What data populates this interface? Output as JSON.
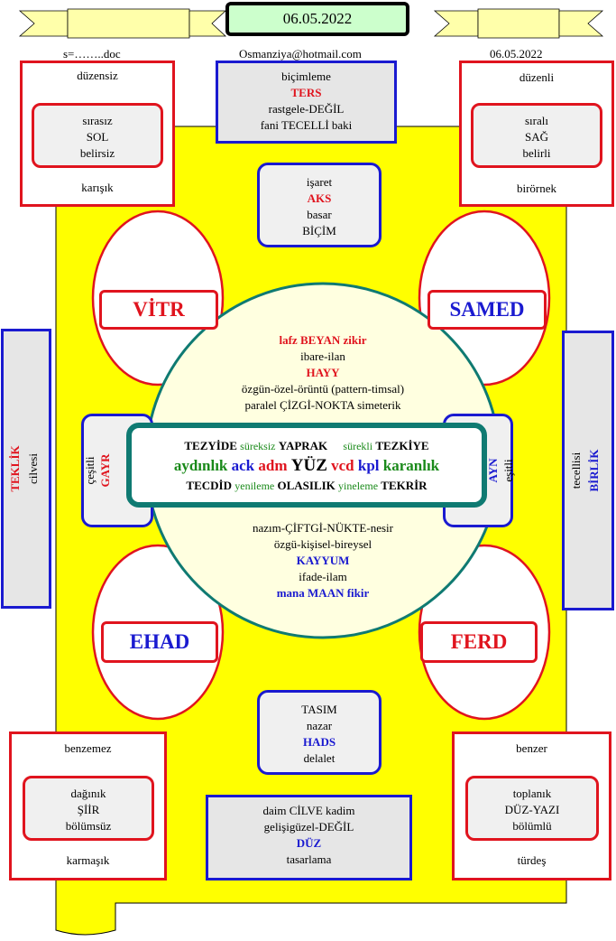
{
  "header": {
    "date_box": "06.05.2022",
    "left_note": "s=……..doc",
    "email": "Osmanziya@hotmail.com",
    "right_date": "06.05.2022"
  },
  "top_center": {
    "l1": "biçimleme",
    "l2": "TERS",
    "l3": "rastgele-DEĞİL",
    "l4": "fani TECELLİ baki"
  },
  "top_left": {
    "top": "düzensiz",
    "i1": "sırasız",
    "i2": "SOL",
    "i3": "belirsiz",
    "bottom": "karışık"
  },
  "top_right": {
    "top": "düzenli",
    "i1": "sıralı",
    "i2": "SAĞ",
    "i3": "belirli",
    "bottom": "birörnek"
  },
  "upper_mid": {
    "l1": "işaret",
    "l2": "AKS",
    "l3": "basar",
    "l4": "BİÇİM"
  },
  "ovals": {
    "tl": "VİTR",
    "tr": "SAMED",
    "bl": "EHAD",
    "br": "FERD"
  },
  "left_side": {
    "t1": "TEKLİK",
    "t2": "cilvesi"
  },
  "right_side": {
    "t1": "tecellisi",
    "t2": "BİRLİK"
  },
  "center_top": {
    "a1": "lafz",
    "a2": "BEYAN",
    "a3": "zikir",
    "b": "ibare-ilan",
    "c": "HAYY",
    "d": "özgün-özel-örüntü  (pattern-timsal)",
    "e": "paralel ÇİZGİ-NOKTA simeterik"
  },
  "left_tab": {
    "t1": "çeşitli",
    "t2": "GAYR"
  },
  "right_tab": {
    "t1": "AYN",
    "t2": "eşitli"
  },
  "inner": {
    "r1": [
      "TEZYİDE",
      "süreksiz",
      "YAPRAK",
      "sürekli",
      "TEZKİYE"
    ],
    "r2": [
      "aydınlık",
      "ack",
      "adm",
      "YÜZ",
      "vcd",
      "kpl",
      "karanlık"
    ],
    "r3": [
      "TECDİD",
      "yenileme",
      "OLASILIK",
      "yineleme",
      "TEKRİR"
    ]
  },
  "center_bottom": {
    "a": "nazım-ÇİFTGİ-NÜKTE-nesir",
    "b": "özgü-kişisel-bireysel",
    "c": "KAYYUM",
    "d": "ifade-ilam",
    "e1": "mana",
    "e2": "MAAN",
    "e3": "fikir"
  },
  "lower_mid": {
    "l1": "TASIM",
    "l2": "nazar",
    "l3": "HADS",
    "l4": "delalet"
  },
  "bottom_left": {
    "top": "benzemez",
    "i1": "dağınık",
    "i2": "ŞİİR",
    "i3": "bölümsüz",
    "bottom": "karmaşık"
  },
  "bottom_right": {
    "top": "benzer",
    "i1": "toplanık",
    "i2": "DÜZ-YAZI",
    "i3": "bölümlü",
    "bottom": "türdeş"
  },
  "bottom_center": {
    "l1": "daim CİLVE kadim",
    "l2": "gelişigüzel-DEĞİL",
    "l3": "DÜZ",
    "l4": "tasarlama"
  },
  "colors": {
    "yellow": "#ffff00",
    "red": "#e0141e",
    "blue": "#1a1ad0",
    "teal": "#0f7a72",
    "green": "#1a8a1a",
    "gray": "#e6e6e6",
    "pale": "#ffffe0"
  }
}
